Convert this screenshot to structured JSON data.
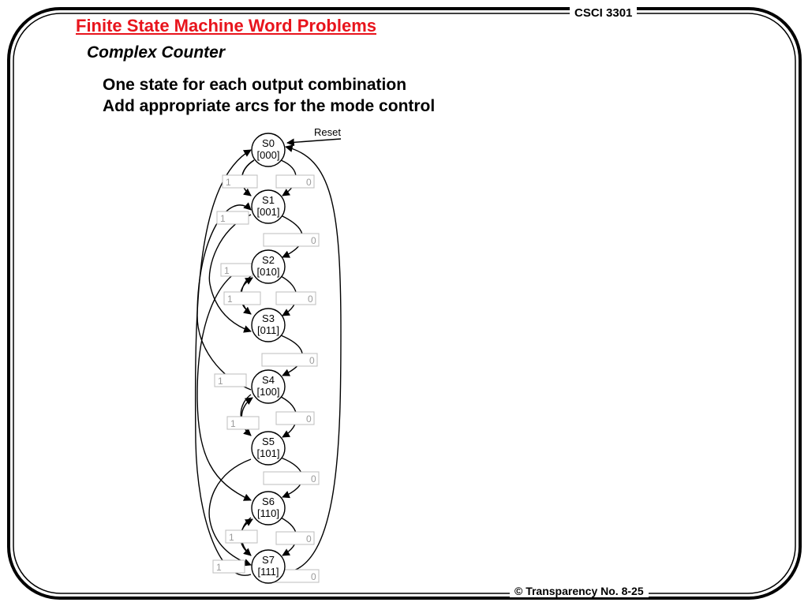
{
  "header": {
    "course": "CSCI 3301"
  },
  "slide": {
    "title": "Finite State Machine Word Problems",
    "subtitle": "Complex Counter",
    "bullets": [
      "One state for each output combination",
      "Add appropriate arcs for the mode control"
    ]
  },
  "footer": {
    "label": "© Transparency No. 8-25"
  },
  "diagram": {
    "reset_label": "Reset",
    "states": [
      {
        "name": "S0",
        "output": "[000]"
      },
      {
        "name": "S1",
        "output": "[001]"
      },
      {
        "name": "S2",
        "output": "[010]"
      },
      {
        "name": "S3",
        "output": "[011]"
      },
      {
        "name": "S4",
        "output": "[100]"
      },
      {
        "name": "S5",
        "output": "[101]"
      },
      {
        "name": "S6",
        "output": "[110]"
      },
      {
        "name": "S7",
        "output": "[111]"
      }
    ],
    "input_labels": {
      "one": "1",
      "zero": "0"
    }
  }
}
